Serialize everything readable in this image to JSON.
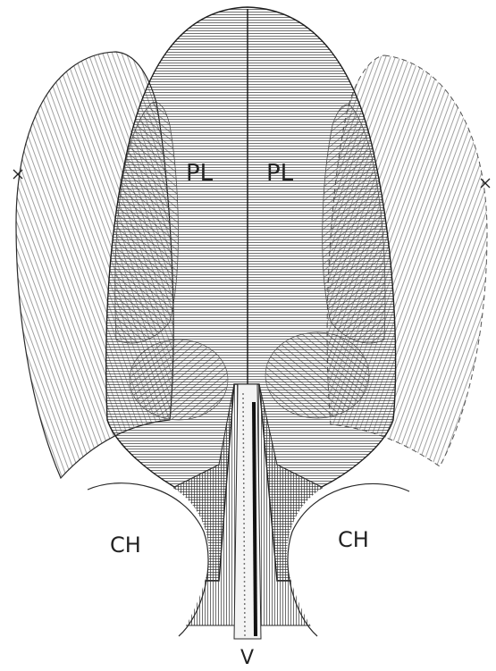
{
  "figure": {
    "labels": {
      "pl_left": "PL",
      "pl_right": "PL",
      "ch_left": "CH",
      "ch_right": "CH",
      "v_bottom": "V"
    },
    "colors": {
      "ink": "#2a2a2a",
      "paper": "#ffffff"
    }
  }
}
